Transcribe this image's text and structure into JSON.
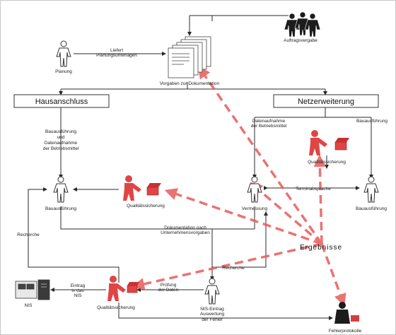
{
  "nodes": {
    "auftragsvergabe": "Auftragsvergabe",
    "planung": "Planung",
    "liefert_line1": "Liefert",
    "liefert_line2": "Planungsunterlagen",
    "vorgaben": "Vorgaben zur Dokumentation",
    "hausanschluss": "Hausanschluss",
    "netzerweiterung": "Netzerweiterung",
    "bauausfuehrung_daten_1": "Bauausführung",
    "bauausfuehrung_daten_2": "und",
    "bauausfuehrung_daten_3": "Datenaufnahme",
    "bauausfuehrung_daten_4": "der Betriebsmittel",
    "datenaufnahme_1": "Datenaufnahme",
    "datenaufnahme_2": "der Betriebsmittel",
    "bauausfuehrung_edge": "Bauausführung",
    "qs_right": "Qualitätssicherung",
    "bauausfuehrung_left": "Bauausführung",
    "qs_middle": "Qualitätssicherung",
    "vermessung": "Vermessung",
    "terminabsprache": "Terminabsprache",
    "bauausfuehrung_right": "Bauausführung",
    "dokumentation_1": "Dokumentation nach",
    "dokumentation_2": "Unternehmensvorgaben",
    "ergebnisse": "Ergebnisse",
    "recherche_left": "Recherche",
    "recherche_mid": "Recherche",
    "eintrag_1": "Eintrag",
    "eintrag_2": "in das",
    "eintrag_3": "NIS",
    "nis": "NIS",
    "qs_bottom": "Qualitätssicherung",
    "pruefung_1": "Prüfung",
    "pruefung_2": "der Daten",
    "nis_eintrag": "NIS-Eintrag",
    "auswertung_1": "Auswertung",
    "auswertung_2": "der Fehler",
    "fehler_partial": "Fehlerprotokolle"
  },
  "colors": {
    "line": "#2a2a2a",
    "actor_outline": "#333333",
    "red_actor": "#e04545",
    "red_arrow": "#e85a5a",
    "black_actor": "#1c1c1c"
  }
}
